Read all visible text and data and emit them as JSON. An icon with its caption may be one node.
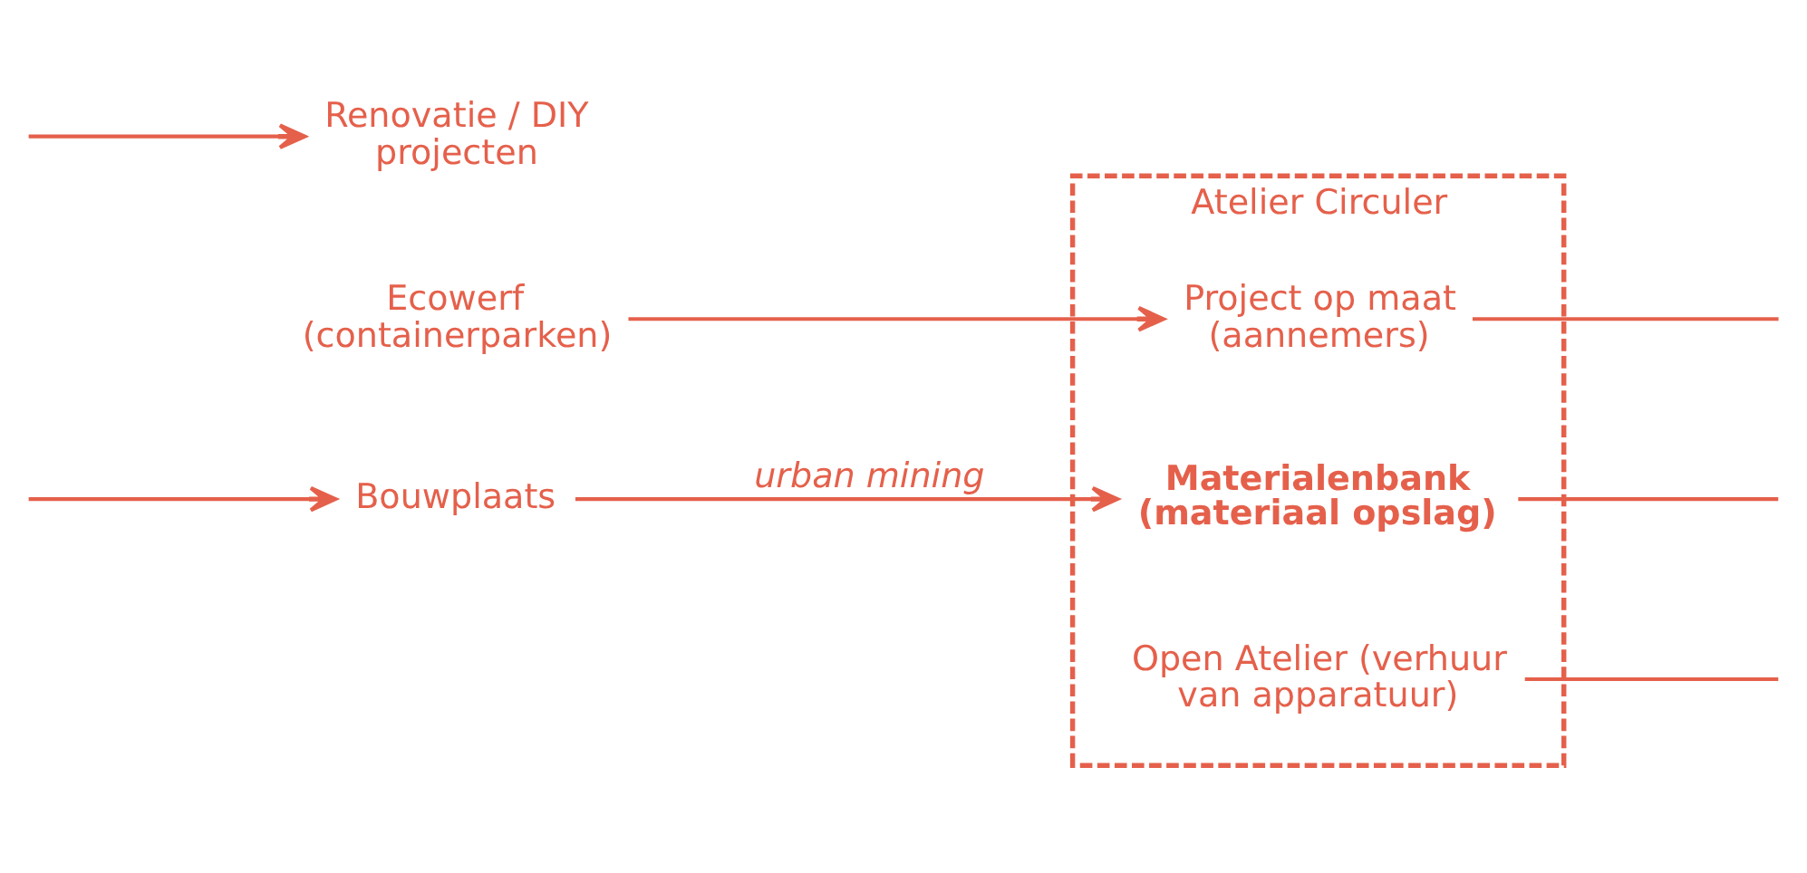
{
  "diagram": {
    "nodes": [
      {
        "text": [
          "Bouwplaats"
        ]
      },
      {
        "text": [
          "Ecowerf (containerparken)"
        ]
      },
      {
        "text": [
          "Renovatie / DIY projecten"
        ]
      },
      {
        "text": [
          "Atelier Circuler"
        ]
      },
      {
        "text": [
          "Materialenbank (materiaal opslag)"
        ],
        "in": 3
      },
      {
        "text": [
          "Project op maat (aannemers)"
        ],
        "in": 3
      },
      {
        "text": [
          "Open Atelier (verhuur van apparatuur)"
        ],
        "in": 3
      }
    ],
    "edges": [
      {
        "from": null,
        "to": 0,
        "arrow": "to"
      },
      {
        "from": 0,
        "to": 4,
        "arrow": "to",
        "label": "urban mining"
      },
      {
        "from": 4,
        "to": null,
        "arrow": "none"
      },
      {
        "from": 1,
        "to": 5,
        "arrow": "to"
      },
      {
        "from": 5,
        "to": null,
        "arrow": "none"
      },
      {
        "from": 6,
        "to": null,
        "arrow": "none"
      },
      {
        "from": null,
        "to": 2,
        "arrow": "to"
      }
    ]
  }
}
